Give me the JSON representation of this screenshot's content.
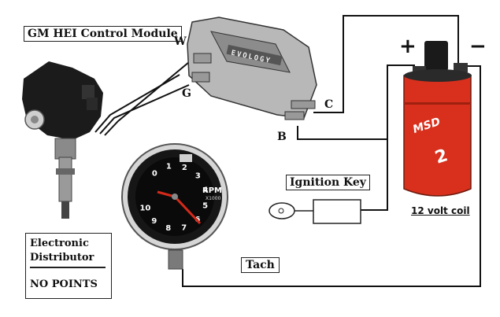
{
  "diagram": {
    "title": "GM HEI Control Module",
    "module_brand": "EVOLOGY",
    "terminals": {
      "w": "W",
      "g": "G",
      "c": "C",
      "b": "B"
    },
    "polarity": {
      "plus": "+",
      "minus": "−"
    },
    "ignition_key_label": "Ignition Key",
    "coil_label": "12 volt coil",
    "coil_brand": "MSD",
    "coil_model": "2",
    "tach_label": "Tach",
    "tach_unit": "RPM",
    "tach_sub": "X1000",
    "tach_ticks": [
      "0",
      "1",
      "2",
      "3",
      "4",
      "5",
      "6",
      "7",
      "8",
      "9",
      "10"
    ],
    "distributor": {
      "line1": "Electronic",
      "line2": "Distributor",
      "line3": "NO POINTS"
    }
  },
  "colors": {
    "wire": "#111111",
    "coil_red": "#d8301d",
    "needle": "#d42a1a"
  }
}
